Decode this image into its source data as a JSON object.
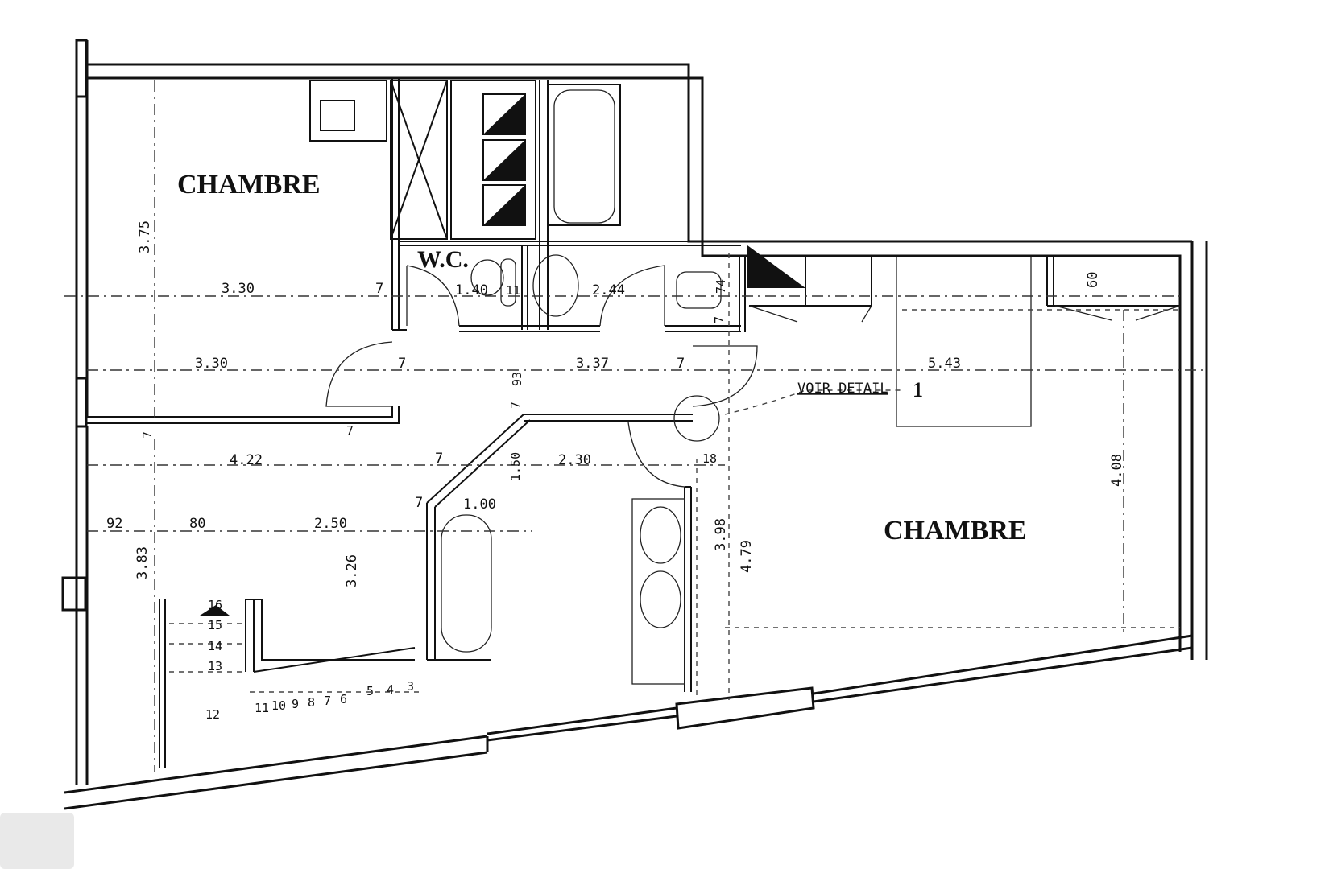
{
  "plan": {
    "rooms": [
      {
        "label": "CHAMBRE"
      },
      {
        "label": "CHAMBRE"
      },
      {
        "label": "W.C."
      }
    ],
    "dimensions": {
      "d330a": "3.30",
      "d7a": "7",
      "d140": "1.40",
      "d11": "11",
      "d244": "2.44",
      "d74": "74",
      "d7b": "7",
      "d330b": "3.30",
      "d7c": "7",
      "d337": "3.37",
      "d7d": "7",
      "d543": "5.43",
      "d375": "3.75",
      "d7e": "7",
      "d7f": "7",
      "d93": "93",
      "d7g": "7",
      "d422": "4.22",
      "d7h": "7",
      "d150": "1.50",
      "d230": "2.30",
      "d18": "18",
      "d100": "1.00",
      "d7i": "7",
      "d92": "92",
      "d80": "80",
      "d250": "2.50",
      "d383": "3.83",
      "d326": "3.26",
      "d398": "3.98",
      "d479": "4.79",
      "d408": "4.08",
      "d60": "60"
    },
    "detail_note": "VOIR DETAIL",
    "detail_ref": "1",
    "stairs": [
      "16",
      "15",
      "14",
      "13",
      "12",
      "11",
      "10",
      "9",
      "8",
      "7",
      "6",
      "5",
      "4",
      "3"
    ]
  }
}
